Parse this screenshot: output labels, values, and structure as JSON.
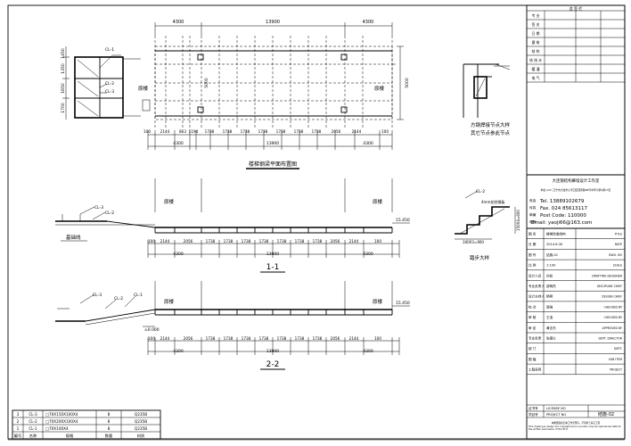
{
  "plan": {
    "dims_top": [
      "4300",
      "13900",
      "4300"
    ],
    "left_vdims": [
      "1450",
      "1350",
      "1650",
      "1700"
    ],
    "right_vdim": "5000",
    "mid_vdim": "5000",
    "lbl_cl1": "CL-1",
    "lbl_cl2": "CL-2",
    "lbl_cl3": "CL-3",
    "house_left": "原楼",
    "house_right": "原楼",
    "dims_bottom_seg": [
      "100",
      "2144",
      "863",
      "1194",
      "1738",
      "1738",
      "1738",
      "1738",
      "1738",
      "1738",
      "1738",
      "2056",
      "2144",
      "100"
    ],
    "dims_bottom_total": [
      "4300",
      "13900",
      "4300"
    ],
    "title": "楼梯钢梁平面布置图"
  },
  "sec1": {
    "house_left": "原楼",
    "house_right": "原楼",
    "ground": "基础线",
    "cl2": "CL-2",
    "cl3": "CL-3",
    "elev": "15.450",
    "dims_seg": [
      "100",
      "2144",
      "2056",
      "1738",
      "1738",
      "1738",
      "1738",
      "1738",
      "1738",
      "1738",
      "2056",
      "2144",
      "100"
    ],
    "dims_total": [
      "4300",
      "13900",
      "4300"
    ],
    "title": "1-1"
  },
  "sec2": {
    "house_left": "原楼",
    "house_right": "原楼",
    "cl1": "CL-1",
    "cl2": "CL-2",
    "cl3": "CL-3",
    "elev": "15.450",
    "elev_low": "±0.000",
    "dims_seg": [
      "100",
      "2144",
      "2056",
      "1738",
      "1738",
      "1738",
      "1738",
      "1738",
      "1738",
      "1738",
      "2056",
      "2144",
      "100"
    ],
    "dims_total": [
      "4300",
      "13900",
      "4300"
    ],
    "title": "2-2"
  },
  "detail_node": {
    "title": "方钢焊接节点大样",
    "subtitle": "其它节点参此节点"
  },
  "detail_step": {
    "cl2": "CL-2",
    "note": "4mm花纹钢板",
    "dim_v": "150X4=600",
    "dim_h": "300X3=900",
    "title": "踏步大样"
  },
  "top_table": {
    "header": "会 签 栏",
    "rows": [
      "专 业",
      "签 名",
      "日 期",
      "建 筑",
      "结 构",
      "给 排 水",
      "暖 通",
      "电 气"
    ]
  },
  "company": {
    "name": "大连钢结构幕墙设计工作室",
    "addr": "地址 Add. 辽宁省大连市沙河口区西南路88号中环大厦A座17层",
    "tel": "Tel. 13889102679",
    "fax": "Fax. 024 85613117",
    "post": "Post Code: 110000",
    "email": "Email: yaoji66@163.com",
    "tel_lbl": "电话",
    "fax_lbl": "传真",
    "post_lbl": "邮编",
    "email_lbl": "电邮"
  },
  "title_block": [
    {
      "cn": "图 名",
      "val": "楼梯改造结构",
      "en": "TITLE"
    },
    {
      "cn": "日 期",
      "val": "2014.6.30",
      "en": "DATE"
    },
    {
      "cn": "图 号",
      "val": "结施-01",
      "en": "DWG. NO"
    },
    {
      "cn": "比 例",
      "val": "1:100",
      "en": "SCALE"
    },
    {
      "cn": "设计人员",
      "val": "孙彪",
      "en": "DRAFTING DESIGNER"
    },
    {
      "cn": "专业负责人",
      "val": "邵明杰",
      "en": "DISCIPLINE CHIEF"
    },
    {
      "cn": "设计主持人",
      "val": "杨明",
      "en": "DESIGN CHIEF"
    },
    {
      "cn": "校 对",
      "val": "郭强",
      "en": "CHECKED BY"
    },
    {
      "cn": "审 核",
      "val": "王浩",
      "en": "CHECKED BY"
    },
    {
      "cn": "审 定",
      "val": "黄志东",
      "en": "APPROVED BY"
    },
    {
      "cn": "专业负责",
      "val": "张德义",
      "en": "DEPT. DIRECTOR"
    },
    {
      "cn": "部 门",
      "val": "",
      "en": "DEPT."
    },
    {
      "cn": "图 幅",
      "val": "",
      "en": "SUB ITEM"
    },
    {
      "cn": "工程名称",
      "val": "",
      "en": "PROJECT"
    }
  ],
  "sheet_info": {
    "license_lbl": "证书号",
    "license": "LICENSE NO",
    "proj_lbl": "项目号",
    "proj": "PROJECT NO",
    "sheet_no": "结施-02",
    "note_cn": "本图纸版权归本工作室所有，不得用于其它工程",
    "note_en": "This drawing & design are copyright and no portion may be reproduced without the written permission of the STU."
  },
  "member_table": {
    "rows": [
      {
        "no": "3",
        "code": "CL-3",
        "spec": "□70X150X100X4",
        "qty": "8",
        "mat": "Q235B"
      },
      {
        "no": "2",
        "code": "CL-2",
        "spec": "□70X200X100X4",
        "qty": "8",
        "mat": "Q235B"
      },
      {
        "no": "1",
        "code": "CL-1",
        "spec": "□70X100X4",
        "qty": "8",
        "mat": "Q235B"
      }
    ],
    "header": {
      "no": "编号",
      "code": "名称",
      "spec": "规格",
      "qty": "数量",
      "mat": "材质"
    }
  }
}
